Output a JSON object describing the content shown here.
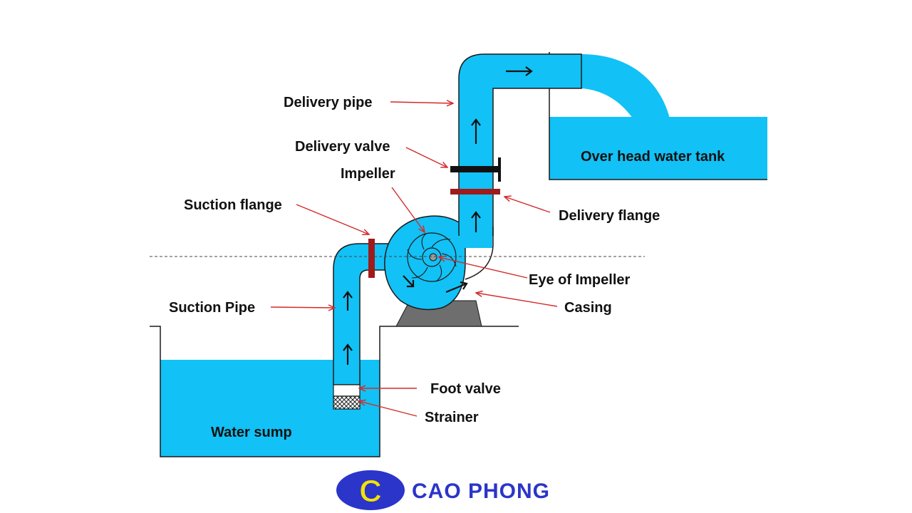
{
  "colors": {
    "water": "#12C1F5",
    "outline": "#1a1a1a",
    "flange": "#9E1B1B",
    "valve": "#111111",
    "arrow": "#D42A2A",
    "stand": "#6E6E6E",
    "brand_blue": "#2B35C9",
    "brand_yellow": "#F2E200"
  },
  "labels": {
    "delivery_pipe": "Delivery pipe",
    "delivery_valve": "Delivery valve",
    "impeller": "Impeller",
    "suction_flange": "Suction flange",
    "delivery_flange": "Delivery flange",
    "eye_of_impeller": "Eye of Impeller",
    "casing": "Casing",
    "suction_pipe": "Suction Pipe",
    "foot_valve": "Foot valve",
    "strainer": "Strainer",
    "water_sump": "Water sump",
    "over_head_tank": "Over head water tank"
  },
  "brand": {
    "letter": "C",
    "name": "CAO PHONG"
  }
}
